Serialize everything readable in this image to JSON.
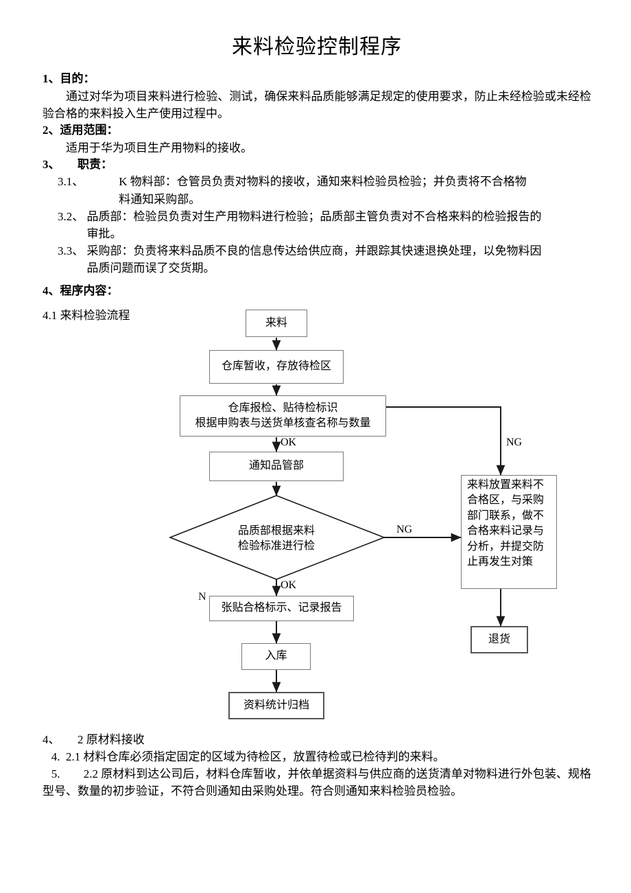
{
  "document": {
    "title": "来料检验控制程序"
  },
  "sections": {
    "s1": {
      "heading": "1、目的：",
      "body": "通过对华为项目来料进行检验、测试，确保来料品质能够满足规定的使用要求，防止未经检验或未经检验合格的来料投入生产使用过程中。"
    },
    "s2": {
      "heading": "2、适用范围：",
      "body": "适用于华为项目生产用物料的接收。"
    },
    "s3": {
      "heading": "3、      职责：",
      "items": [
        {
          "num": "3.1、            ",
          "body": "K 物料部：仓管员负责对物料的接收，通知来料检验员检验；并负责将不合格物",
          "cont": "料通知采购部。"
        },
        {
          "num": "3.2、 ",
          "body": "品质部：检验员负责对生产用物料进行检验；品质部主管负责对不合格来料的检验报告的",
          "cont": "审批。"
        },
        {
          "num": "3.3、 ",
          "body": "采购部：负责将来料品质不良的信息传达给供应商，并跟踪其快速退换处理，以免物料因",
          "cont": "品质问题而误了交货期。"
        }
      ]
    },
    "s4": {
      "heading": "4、程序内容：",
      "sub41": "4.1 来料检验流程"
    },
    "bottom": {
      "line1": "4、      2 原材料接收",
      "line2": "   4.  2.1 材料仓库必须指定固定的区域为待检区，放置待检或已检待判的来料。",
      "line3_num": "   5.        2.2 ",
      "line3": "原材料到达公司后，材料仓库暂收，并依单据资料与供应商的送货清单对物料进行外包装、规格型号、数量的初步验证，不符合则通知由采购处理。符合则通知来料检验员检验。"
    }
  },
  "flowchart": {
    "nodes": {
      "start": "来料",
      "receive": "仓库暂收，存放待检区",
      "inspect_request_line1": "仓库报检、贴待检标识",
      "inspect_request_line2": "根据申购表与送货单核查名称与数量",
      "notify_qc": "通知品管部",
      "decision_line1": "品质部根据来料",
      "decision_line2": "检验标准进行检",
      "pass_label": "张贴合格标示、记录报告",
      "warehouse_in": "入库",
      "archive": "资料统计归档",
      "reject_box": "来料放置来料不合格区，与采购部门联系，做不合格来料记录与分析，并提交防止再发生对策",
      "return_goods": "退货"
    },
    "edge_labels": {
      "ok1": "OK",
      "ok2": "OK",
      "ng_top": "NG",
      "ng_diamond": "NG",
      "stray_n": "N"
    },
    "colors": {
      "box_border": "#7a7a7a",
      "line": "#1a1a1a",
      "diamond_border": "#1a1a1a"
    }
  }
}
